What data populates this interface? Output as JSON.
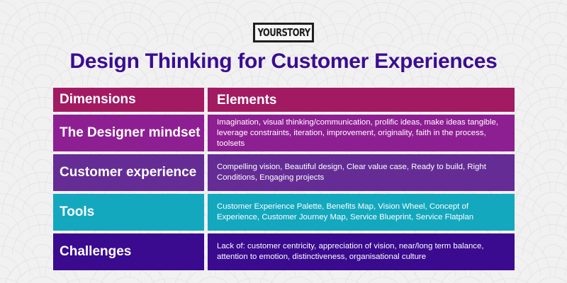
{
  "logo": {
    "text": "YOURSTORY"
  },
  "title": "Design Thinking for Customer Experiences",
  "table": {
    "headers": {
      "dimension": "Dimensions",
      "elements": "Elements",
      "color": "#a21a62"
    },
    "rows": [
      {
        "dimension": "The Designer mindset",
        "elements": "Imagination, visual thinking/communication, prolific ideas, make ideas tangible, leverage constraints, iteration, improvement, originality, faith in the process, toolsets",
        "color": "#8e1f93"
      },
      {
        "dimension": "Customer experience",
        "elements": "Compelling vision, Beautiful design, Clear value case, Ready to build, Right Conditions, Engaging projects",
        "color": "#652c95"
      },
      {
        "dimension": "Tools",
        "elements": "Customer Experience Palette, Benefits Map, Vision Wheel, Concept of Experience, Customer Journey Map, Service Blueprint, Service Flatplan",
        "color": "#14a8bf"
      },
      {
        "dimension": "Challenges",
        "elements": "Lack of: customer centricity, appreciation of vision, near/long term balance, attention to emotion, distinctiveness, organisational culture",
        "color": "#3a0a8f"
      }
    ]
  },
  "colors": {
    "title": "#3a0d91",
    "background": "#f2f1f2"
  }
}
